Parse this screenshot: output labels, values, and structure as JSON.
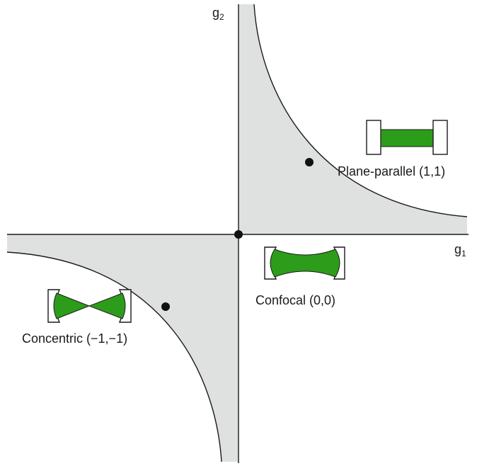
{
  "axes": {
    "x_label": "g",
    "x_subscript": "1",
    "y_label": "g",
    "y_subscript": "2"
  },
  "region_color": "#dfe0e0",
  "beam_color": "#2d9c1a",
  "points": [
    {
      "name": "plane-parallel",
      "label": "Plane-parallel (1,1)",
      "g1": 1,
      "g2": 1
    },
    {
      "name": "confocal",
      "label": "Confocal (0,0)",
      "g1": 0,
      "g2": 0
    },
    {
      "name": "concentric",
      "label": "Concentric (−1,−1)",
      "g1": -1,
      "g2": -1
    }
  ]
}
